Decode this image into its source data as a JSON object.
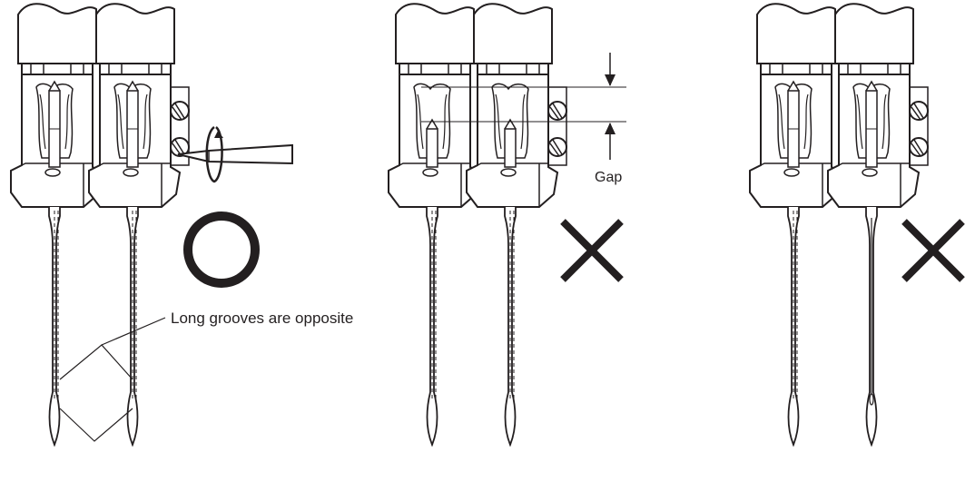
{
  "labels": {
    "grooves_note": "Long grooves are opposite",
    "gap_note": "Gap"
  },
  "panels": [
    {
      "id": "correct",
      "verdict": "correct",
      "verdict_symbol": "circle"
    },
    {
      "id": "gap",
      "verdict": "incorrect",
      "verdict_symbol": "cross"
    },
    {
      "id": "grooves-same-side",
      "verdict": "incorrect",
      "verdict_symbol": "cross"
    }
  ],
  "colors": {
    "line": "#231f20",
    "background": "#ffffff"
  }
}
